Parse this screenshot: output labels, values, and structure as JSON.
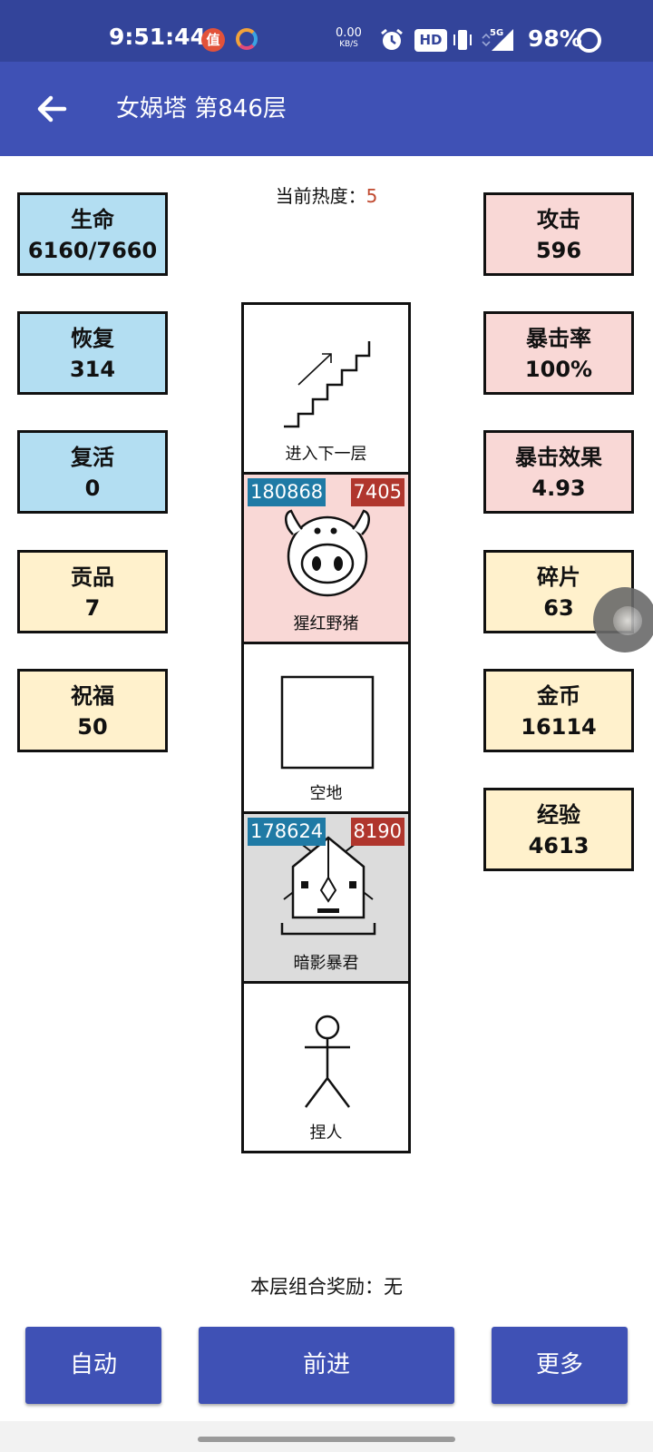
{
  "status_bar": {
    "time": "9:51:44",
    "app_icon_label": "值",
    "net_speed": "0.00",
    "net_unit": "KB/S",
    "hd_label": "HD",
    "signal_label": "5G",
    "battery": "98%"
  },
  "app_bar": {
    "title": "女娲塔 第846层"
  },
  "heat": {
    "label": "当前热度：",
    "value": "5"
  },
  "left_stats": [
    {
      "label": "生命",
      "value": "6160/7660",
      "color": "#b3def2"
    },
    {
      "label": "恢复",
      "value": "314",
      "color": "#b3def2"
    },
    {
      "label": "复活",
      "value": "0",
      "color": "#b3def2"
    },
    {
      "label": "贡品",
      "value": "7",
      "color": "#fff1cc"
    },
    {
      "label": "祝福",
      "value": "50",
      "color": "#fff1cc"
    }
  ],
  "right_stats": [
    {
      "label": "攻击",
      "value": "596",
      "color": "#f9d8d6"
    },
    {
      "label": "暴击率",
      "value": "100%",
      "color": "#f9d8d6"
    },
    {
      "label": "暴击效果",
      "value": "4.93",
      "color": "#f9d8d6"
    },
    {
      "label": "碎片",
      "value": "63",
      "color": "#fff1cc"
    },
    {
      "label": "金币",
      "value": "16114",
      "color": "#fff1cc"
    },
    {
      "label": "经验",
      "value": "4613",
      "color": "#fff1cc"
    }
  ],
  "tower": {
    "cells": [
      {
        "name": "进入下一层",
        "icon": "stairs-up-icon",
        "background": "#ffffff"
      },
      {
        "name": "猩红野猪",
        "icon": "boar-icon",
        "background": "#f9d8d6",
        "hp": "180868",
        "attack": "7405"
      },
      {
        "name": "空地",
        "icon": "empty-square-icon",
        "background": "#ffffff"
      },
      {
        "name": "暗影暴君",
        "icon": "tyrant-icon",
        "background": "#dcdcdc",
        "hp": "178624",
        "attack": "8190"
      },
      {
        "name": "捏人",
        "icon": "stick-figure-icon",
        "background": "#ffffff"
      }
    ]
  },
  "combo_reward": "本层组合奖励：无",
  "buttons": {
    "auto": "自动",
    "forward": "前进",
    "more": "更多"
  },
  "colors": {
    "status_bar": "#33449a",
    "app_bar": "#3f51b5",
    "heat_value": "#c0492f",
    "hp_badge": "#1f7aa5",
    "attack_badge": "#b0362d"
  }
}
